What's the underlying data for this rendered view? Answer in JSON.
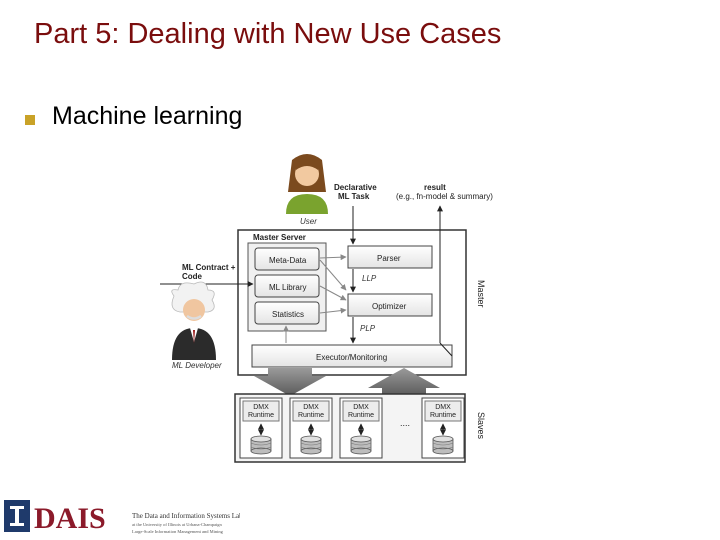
{
  "slide": {
    "title": "Part 5: Dealing with New Use Cases",
    "bullet": "Machine learning"
  },
  "diagram": {
    "user_label": "User",
    "declarative_task": [
      "Declarative",
      "ML Task"
    ],
    "result_label": "result",
    "result_example": "(e.g., fn-model & summary)",
    "master_server": "Master Server",
    "meta_data": "Meta-Data",
    "ml_library": "ML Library",
    "statistics": "Statistics",
    "parser": "Parser",
    "llp": "LLP",
    "optimizer": "Optimizer",
    "plp": "PLP",
    "executor": "Executor/Monitoring",
    "master": "Master",
    "slaves": "Slaves",
    "ml_contract": [
      "ML Contract +",
      "Code"
    ],
    "ml_developer": "ML Developer",
    "runtime_lines": [
      "DMX",
      "Runtime"
    ],
    "ellipsis": "....",
    "runtime_count": 4
  },
  "logo": {
    "mark": "DAIS",
    "lab_name": "The Data and Information Systems Laboratory",
    "tagline_1": "at the University of Illinois at Urbana-Champaign",
    "tagline_2": "Large-Scale Information Management and Mining"
  },
  "colors": {
    "title": "#7a0d0d",
    "bullet": "#c9a227",
    "logo_mark": "#8b1a2a",
    "logo_box": "#1f3a6b"
  },
  "icons": [
    "user-avatar-icon",
    "ml-developer-avatar-icon",
    "database-icon"
  ]
}
